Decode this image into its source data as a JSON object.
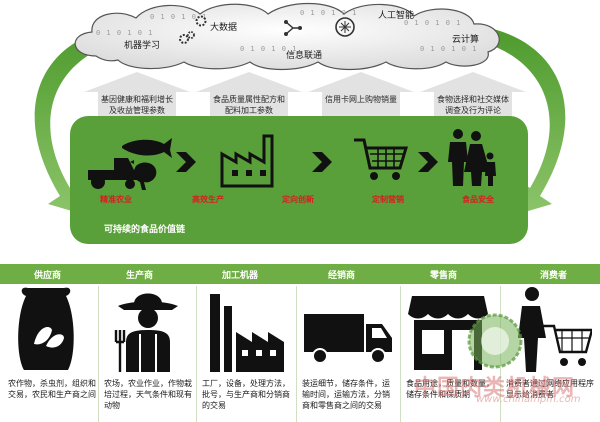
{
  "cloud": {
    "items": [
      {
        "label": "机器学习",
        "icon": "gears-icon"
      },
      {
        "label": "大数据",
        "icon": "gear-icon"
      },
      {
        "label": "信息联通",
        "icon": "network-icon"
      },
      {
        "label": "人工智能",
        "icon": "brain-chip-icon"
      },
      {
        "label": "云计算",
        "icon": ""
      }
    ],
    "bits": "0 1 0 1 0 1"
  },
  "info_arrows": [
    {
      "text": "基因健康和福利增长及收益管理参数"
    },
    {
      "text": "食品质量属性配方和配料加工参数"
    },
    {
      "text": "信用卡网上购物销量"
    },
    {
      "text": "食物选择和社交媒体调查及行为评论"
    }
  ],
  "stages": [
    {
      "label": "精准农业",
      "icon": "farm-animals-icon"
    },
    {
      "label": "高效生产",
      "icon": "factory-icon"
    },
    {
      "label": "定向创新",
      "icon": "chevron-icon"
    },
    {
      "label": "定制营销",
      "icon": "shopping-cart-icon"
    },
    {
      "label": "食品安全",
      "icon": "family-icon"
    }
  ],
  "value_chain_label": "可持续的食品价值链",
  "actors": [
    {
      "title": "供应商",
      "icon": "seed-bag-icon",
      "desc": "农作物，杀虫剂，组织和交易，农民和生产商之间"
    },
    {
      "title": "生产商",
      "icon": "farmer-icon",
      "desc": "农场，农业作业，作物栽培过程，天气条件和现有动物"
    },
    {
      "title": "加工机器",
      "icon": "factory-icon",
      "desc": "工厂，设备，处理方法，批号，与生产商和分销商的交易"
    },
    {
      "title": "经销商",
      "icon": "truck-icon",
      "desc": "装运细节，储存条件，运输时间，运输方法，分销商和零售商之间的交易"
    },
    {
      "title": "零售商",
      "icon": "store-icon",
      "desc": "食品用途，质量和数量，储存条件和保质期"
    },
    {
      "title": "消费者",
      "icon": "shopper-cart-icon",
      "desc": "消费者通过网络应用程序显示给消费者"
    }
  ],
  "watermark": {
    "text": "中国肉类机械网",
    "url": "www.chinampm.com"
  },
  "colors": {
    "green": "#5aa03a",
    "band": "#6fae44",
    "stage_red": "#d61f1f"
  }
}
